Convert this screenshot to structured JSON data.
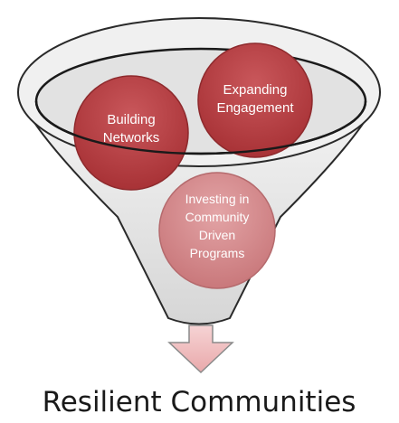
{
  "diagram": {
    "type": "funnel",
    "inputs": [
      {
        "id": "building-networks",
        "lines": [
          "Building",
          "Networks"
        ]
      },
      {
        "id": "expanding-engagement",
        "lines": [
          "Expanding",
          "Engagement"
        ]
      },
      {
        "id": "investing-programs",
        "lines": [
          "Investing in",
          "Community",
          "Driven",
          "Programs"
        ]
      }
    ],
    "output_arrow": "down",
    "outcome": "Resilient Communities"
  },
  "colors": {
    "circle_dark": "#b03a3e",
    "circle_light": "#d98a8d",
    "funnel_fill": "#e8e8e8",
    "funnel_stroke": "#1a1a1a",
    "arrow_fill": "#f1c2c3"
  }
}
